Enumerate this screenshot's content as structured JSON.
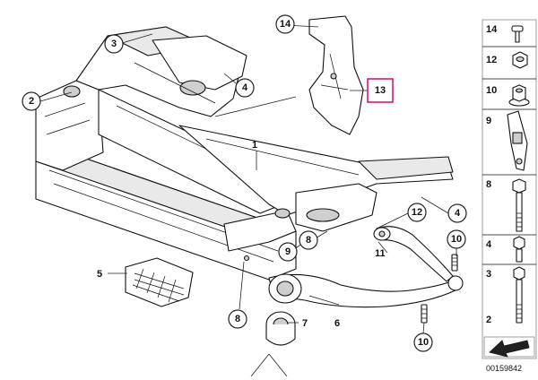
{
  "callouts": {
    "c14_top": "14",
    "c3_top": "3",
    "c2_left": "2",
    "c4_top": "4",
    "c13_box": "13",
    "c1": "1",
    "c12": "12",
    "c4_right": "4",
    "c10_top": "10",
    "c9": "9",
    "c8_mid": "8",
    "c11": "11",
    "c5": "5",
    "c7": "7",
    "c6": "6",
    "c8_bottom": "8",
    "c10_bottom": "10"
  },
  "side_panel": {
    "items": [
      "14",
      "12",
      "10",
      "9",
      "8",
      "4",
      "3",
      "2"
    ]
  },
  "footer_id": "00159842"
}
